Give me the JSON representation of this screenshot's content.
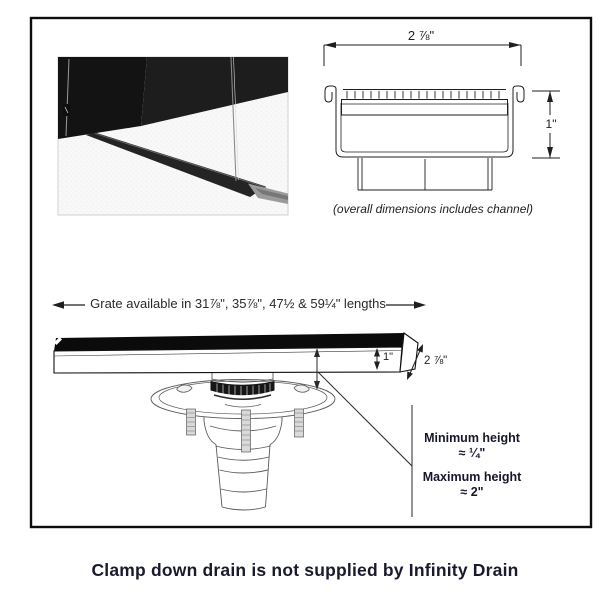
{
  "cross_section": {
    "width_label": "2 ⅞\"",
    "height_label": "1\"",
    "caption": "(overall dimensions includes channel)"
  },
  "availability": {
    "text": "Grate available in 31⅞\", 35⅞\", 47½ & 59¼\" lengths"
  },
  "channel_bar": {
    "height_label": "1\"",
    "depth_label": "2 ⅞\""
  },
  "height_annotation": {
    "min_label": "Minimum height",
    "min_value": "≈ ¼\"",
    "max_label": "Maximum height",
    "max_value": "≈ 2\""
  },
  "footer": {
    "caption": "Clamp down drain is not supplied by Infinity Drain"
  },
  "colors": {
    "line": "#1f1f1f",
    "dark_text": "#16162c",
    "wall_dark": "#151515"
  }
}
